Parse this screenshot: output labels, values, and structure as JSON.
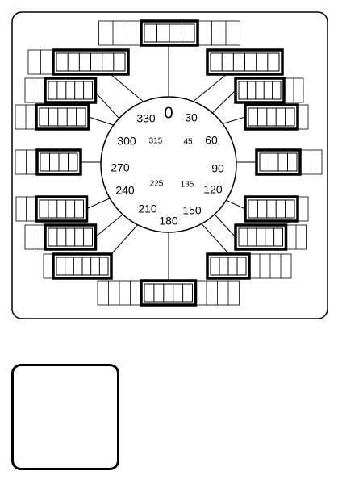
{
  "diagram": {
    "major_angles": [
      {
        "deg": 0,
        "label": "0"
      },
      {
        "deg": 30,
        "label": "30"
      },
      {
        "deg": 60,
        "label": "60"
      },
      {
        "deg": 90,
        "label": "90"
      },
      {
        "deg": 120,
        "label": "120"
      },
      {
        "deg": 150,
        "label": "150"
      },
      {
        "deg": 180,
        "label": "180"
      },
      {
        "deg": 210,
        "label": "210"
      },
      {
        "deg": 240,
        "label": "240"
      },
      {
        "deg": 270,
        "label": "270"
      },
      {
        "deg": 300,
        "label": "300"
      },
      {
        "deg": 330,
        "label": "330"
      }
    ],
    "minor_angles": [
      {
        "deg": 45,
        "label": "45"
      },
      {
        "deg": 135,
        "label": "135"
      },
      {
        "deg": 225,
        "label": "225"
      },
      {
        "deg": 315,
        "label": "315"
      }
    ],
    "contact_blocks": [
      {
        "id": "0",
        "outline_cells": 3,
        "bold_cells": 4,
        "side": "center",
        "bold_first": false
      },
      {
        "id": "30",
        "outline_cells": 0,
        "bold_cells": 6,
        "side": "right",
        "bold_first": true
      },
      {
        "id": "330",
        "outline_cells": 2,
        "bold_cells": 6,
        "side": "left",
        "bold_first": false
      },
      {
        "id": "60",
        "outline_cells": 2,
        "bold_cells": 5,
        "side": "right",
        "bold_first": true
      },
      {
        "id": "300",
        "outline_cells": 2,
        "bold_cells": 5,
        "side": "left",
        "bold_first": false
      },
      {
        "id": "45",
        "outline_cells": 1,
        "bold_cells": 5,
        "side": "right",
        "bold_first": true
      },
      {
        "id": "315",
        "outline_cells": 2,
        "bold_cells": 5,
        "side": "left",
        "bold_first": false
      },
      {
        "id": "90",
        "outline_cells": 2,
        "bold_cells": 4,
        "side": "right",
        "bold_first": true
      },
      {
        "id": "270",
        "outline_cells": 2,
        "bold_cells": 4,
        "side": "left",
        "bold_first": false
      },
      {
        "id": "120",
        "outline_cells": 1,
        "bold_cells": 5,
        "side": "right",
        "bold_first": true
      },
      {
        "id": "240",
        "outline_cells": 2,
        "bold_cells": 5,
        "side": "left",
        "bold_first": false
      },
      {
        "id": "135",
        "outline_cells": 2,
        "bold_cells": 5,
        "side": "right",
        "bold_first": true
      },
      {
        "id": "225",
        "outline_cells": 2,
        "bold_cells": 5,
        "side": "left",
        "bold_first": false
      },
      {
        "id": "150",
        "outline_cells": 4,
        "bold_cells": 4,
        "side": "right",
        "bold_first": true
      },
      {
        "id": "210",
        "outline_cells": 1,
        "bold_cells": 6,
        "side": "left",
        "bold_first": false
      },
      {
        "id": "180",
        "outline_cells": 4,
        "bold_cells": 5,
        "side": "center",
        "bold_first": false
      }
    ]
  }
}
